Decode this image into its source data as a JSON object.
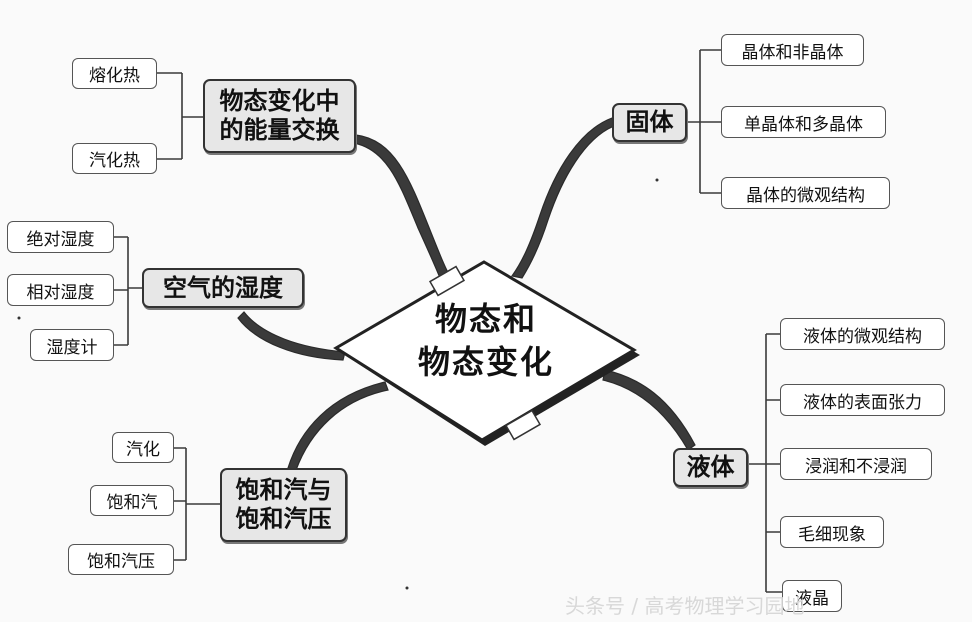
{
  "center": {
    "line1": "物态和",
    "line2": "物态变化"
  },
  "branches": [
    {
      "key": "energy",
      "label_line1": "物态变化中",
      "label_line2": "的能量交换",
      "children": [
        "熔化热",
        "汽化热"
      ]
    },
    {
      "key": "humidity",
      "label_line1": "空气的湿度",
      "children": [
        "绝对湿度",
        "相对湿度",
        "湿度计"
      ]
    },
    {
      "key": "saturated",
      "label_line1": "饱和汽与",
      "label_line2": "饱和汽压",
      "children": [
        "汽化",
        "饱和汽",
        "饱和汽压"
      ]
    },
    {
      "key": "solid",
      "label_line1": "固体",
      "children": [
        "晶体和非晶体",
        "单晶体和多晶体",
        "晶体的微观结构"
      ]
    },
    {
      "key": "liquid",
      "label_line1": "液体",
      "children": [
        "液体的微观结构",
        "液体的表面张力",
        "浸润和不浸润",
        "毛细现象",
        "液晶"
      ]
    }
  ],
  "watermark": "头条号 / 高考物理学习园地",
  "colors": {
    "line": "#3a3a3a",
    "node_bg": "#e7e7e7",
    "leaf_bg": "#ffffff"
  }
}
